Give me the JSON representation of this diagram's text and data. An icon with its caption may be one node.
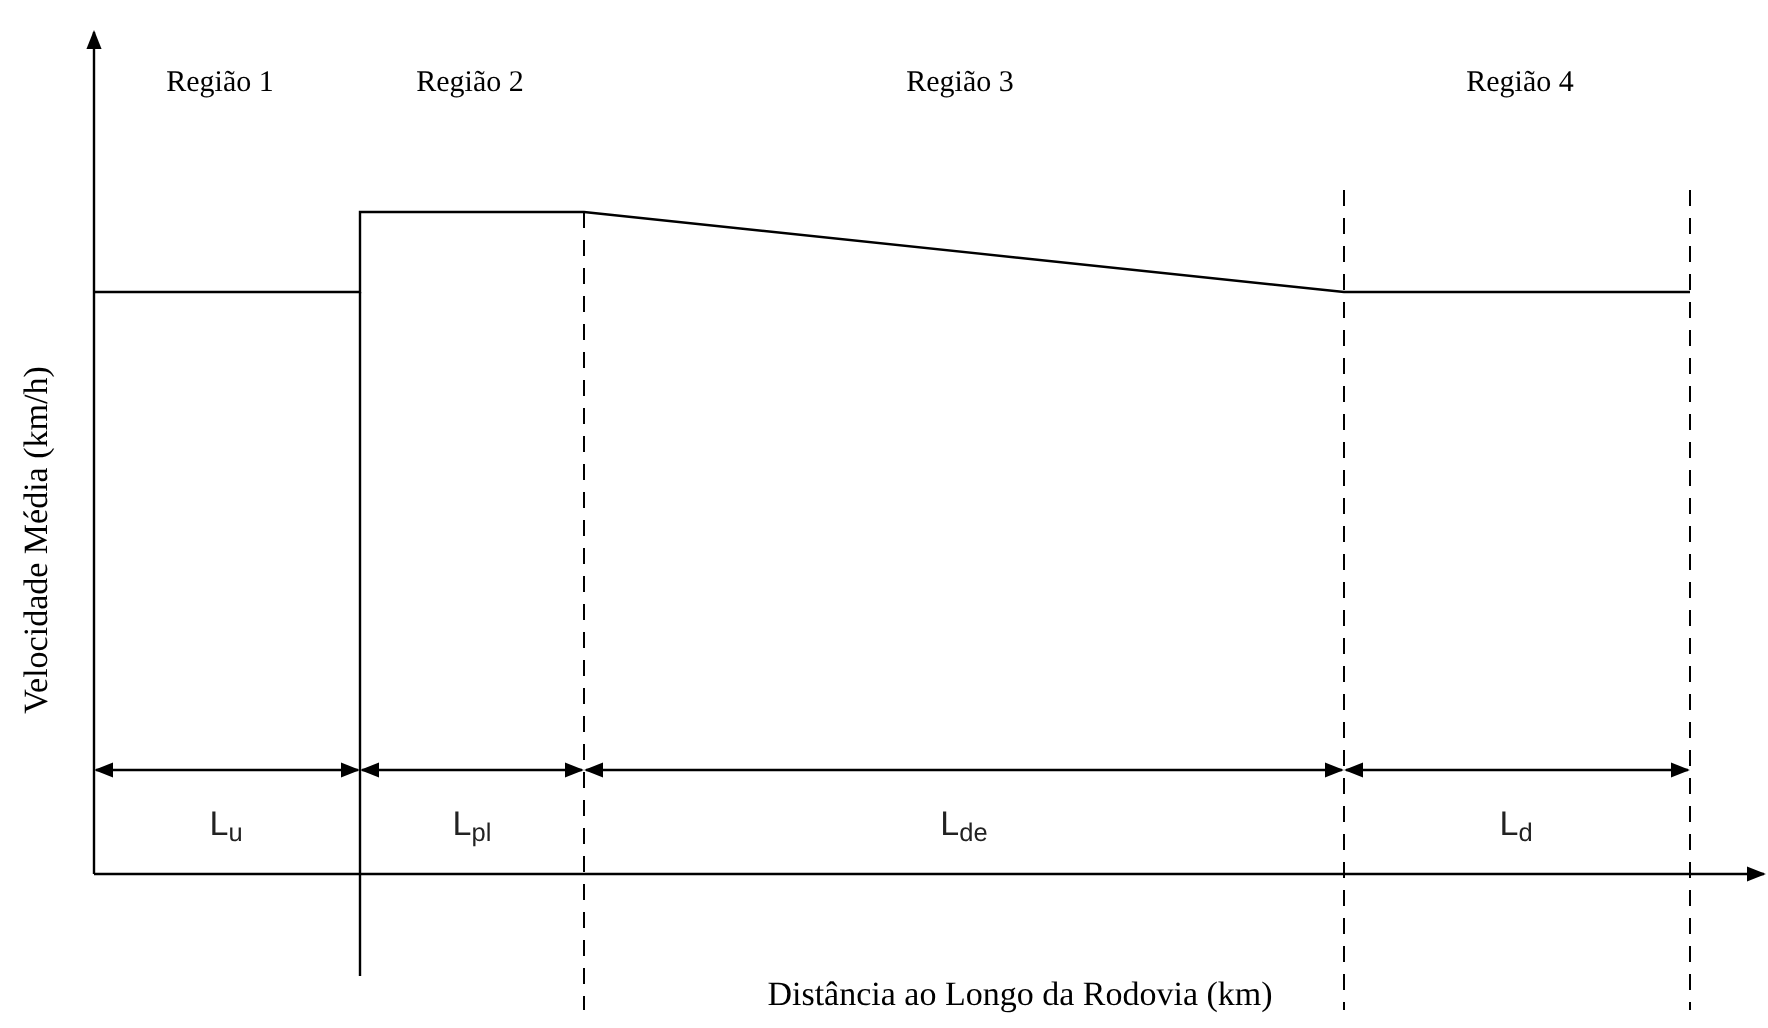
{
  "diagram": {
    "labels": [
      "Região 1",
      "Região 2",
      "Região 3",
      "Região 4",
      "Velocidade Média (km/h)",
      "L$_{u}$",
      "L$_{pl}$",
      "L$_{de}$",
      "L$_{d}$",
      "Distância ao Longo da Rodovia (km)"
    ]
  }
}
